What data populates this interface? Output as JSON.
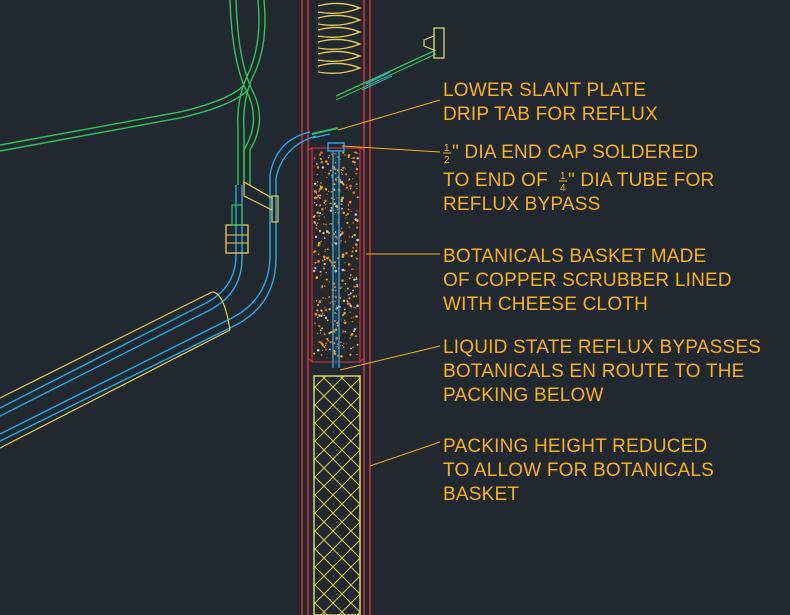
{
  "callouts": [
    {
      "id": "lower-slant-plate",
      "lines": [
        "LOWER SLANT PLATE",
        "DRIP TAB FOR REFLUX"
      ]
    },
    {
      "id": "end-cap",
      "line1": {
        "num": "1",
        "den": "2",
        "text": "\" DIA END CAP SOLDERED"
      },
      "line2": {
        "prefix": "TO END OF ",
        "num": "1",
        "den": "4",
        "text": "\" DIA TUBE FOR"
      },
      "line3": "REFLUX BYPASS"
    },
    {
      "id": "botanicals-basket",
      "lines": [
        "BOTANICALS BASKET MADE",
        "OF COPPER SCRUBBER LINED",
        "WITH CHEESE CLOTH"
      ]
    },
    {
      "id": "reflux-bypass",
      "lines": [
        "LIQUID STATE REFLUX BYPASSES",
        "BOTANICALS EN ROUTE TO THE",
        "PACKING BELOW"
      ]
    },
    {
      "id": "packing-height",
      "lines": [
        "PACKING HEIGHT REDUCED",
        "TO ALLOW FOR BOTANICALS",
        "BASKET"
      ]
    }
  ],
  "colors": {
    "background": "#212830",
    "annotation": "#f6b21a",
    "column_wall": "#e8303a",
    "bypass_tube": "#27a9e6",
    "green_line": "#2fc45a",
    "packing": "#e6e05a",
    "speckle": "#f08a2a"
  }
}
